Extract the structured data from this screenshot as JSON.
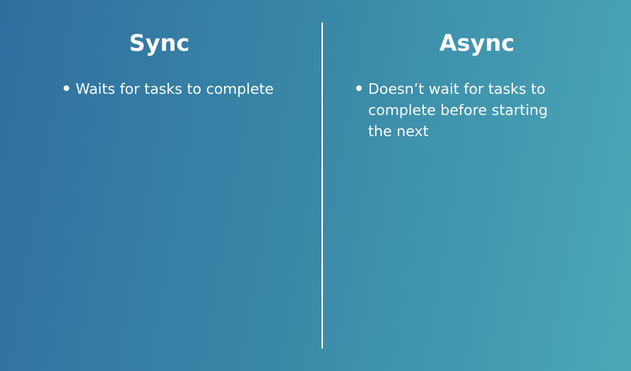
{
  "columns": [
    {
      "title": "Sync",
      "bullets": [
        "Waits for tasks to complete"
      ]
    },
    {
      "title": "Async",
      "bullets": [
        "Doesn’t wait for tasks to complete before starting the next"
      ]
    }
  ],
  "colors": {
    "background_start": "#2f6f9f",
    "background_end": "#4aa8b6",
    "text": "#ffffff",
    "divider": "#ffffff"
  }
}
